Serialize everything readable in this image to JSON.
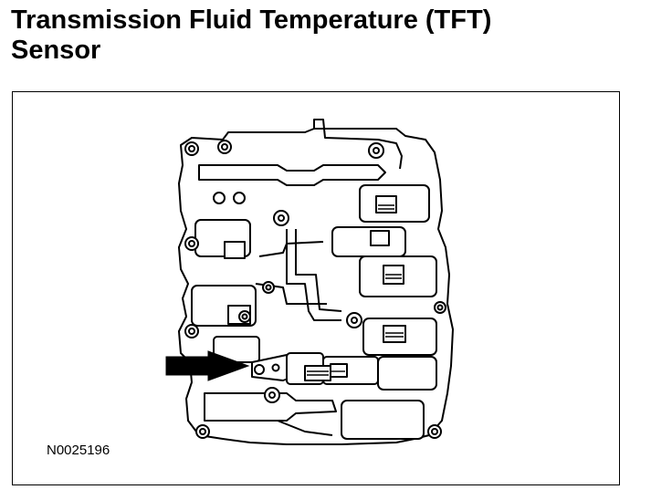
{
  "title": {
    "line1": "Transmission Fluid Temperature (TFT)",
    "line2": "Sensor"
  },
  "figure": {
    "id": "N0025196",
    "subject": "valve body with TFT sensor indicated by arrow",
    "icon": "arrow-pointer-icon",
    "colors": {
      "ink": "#000000",
      "background": "#ffffff"
    }
  }
}
